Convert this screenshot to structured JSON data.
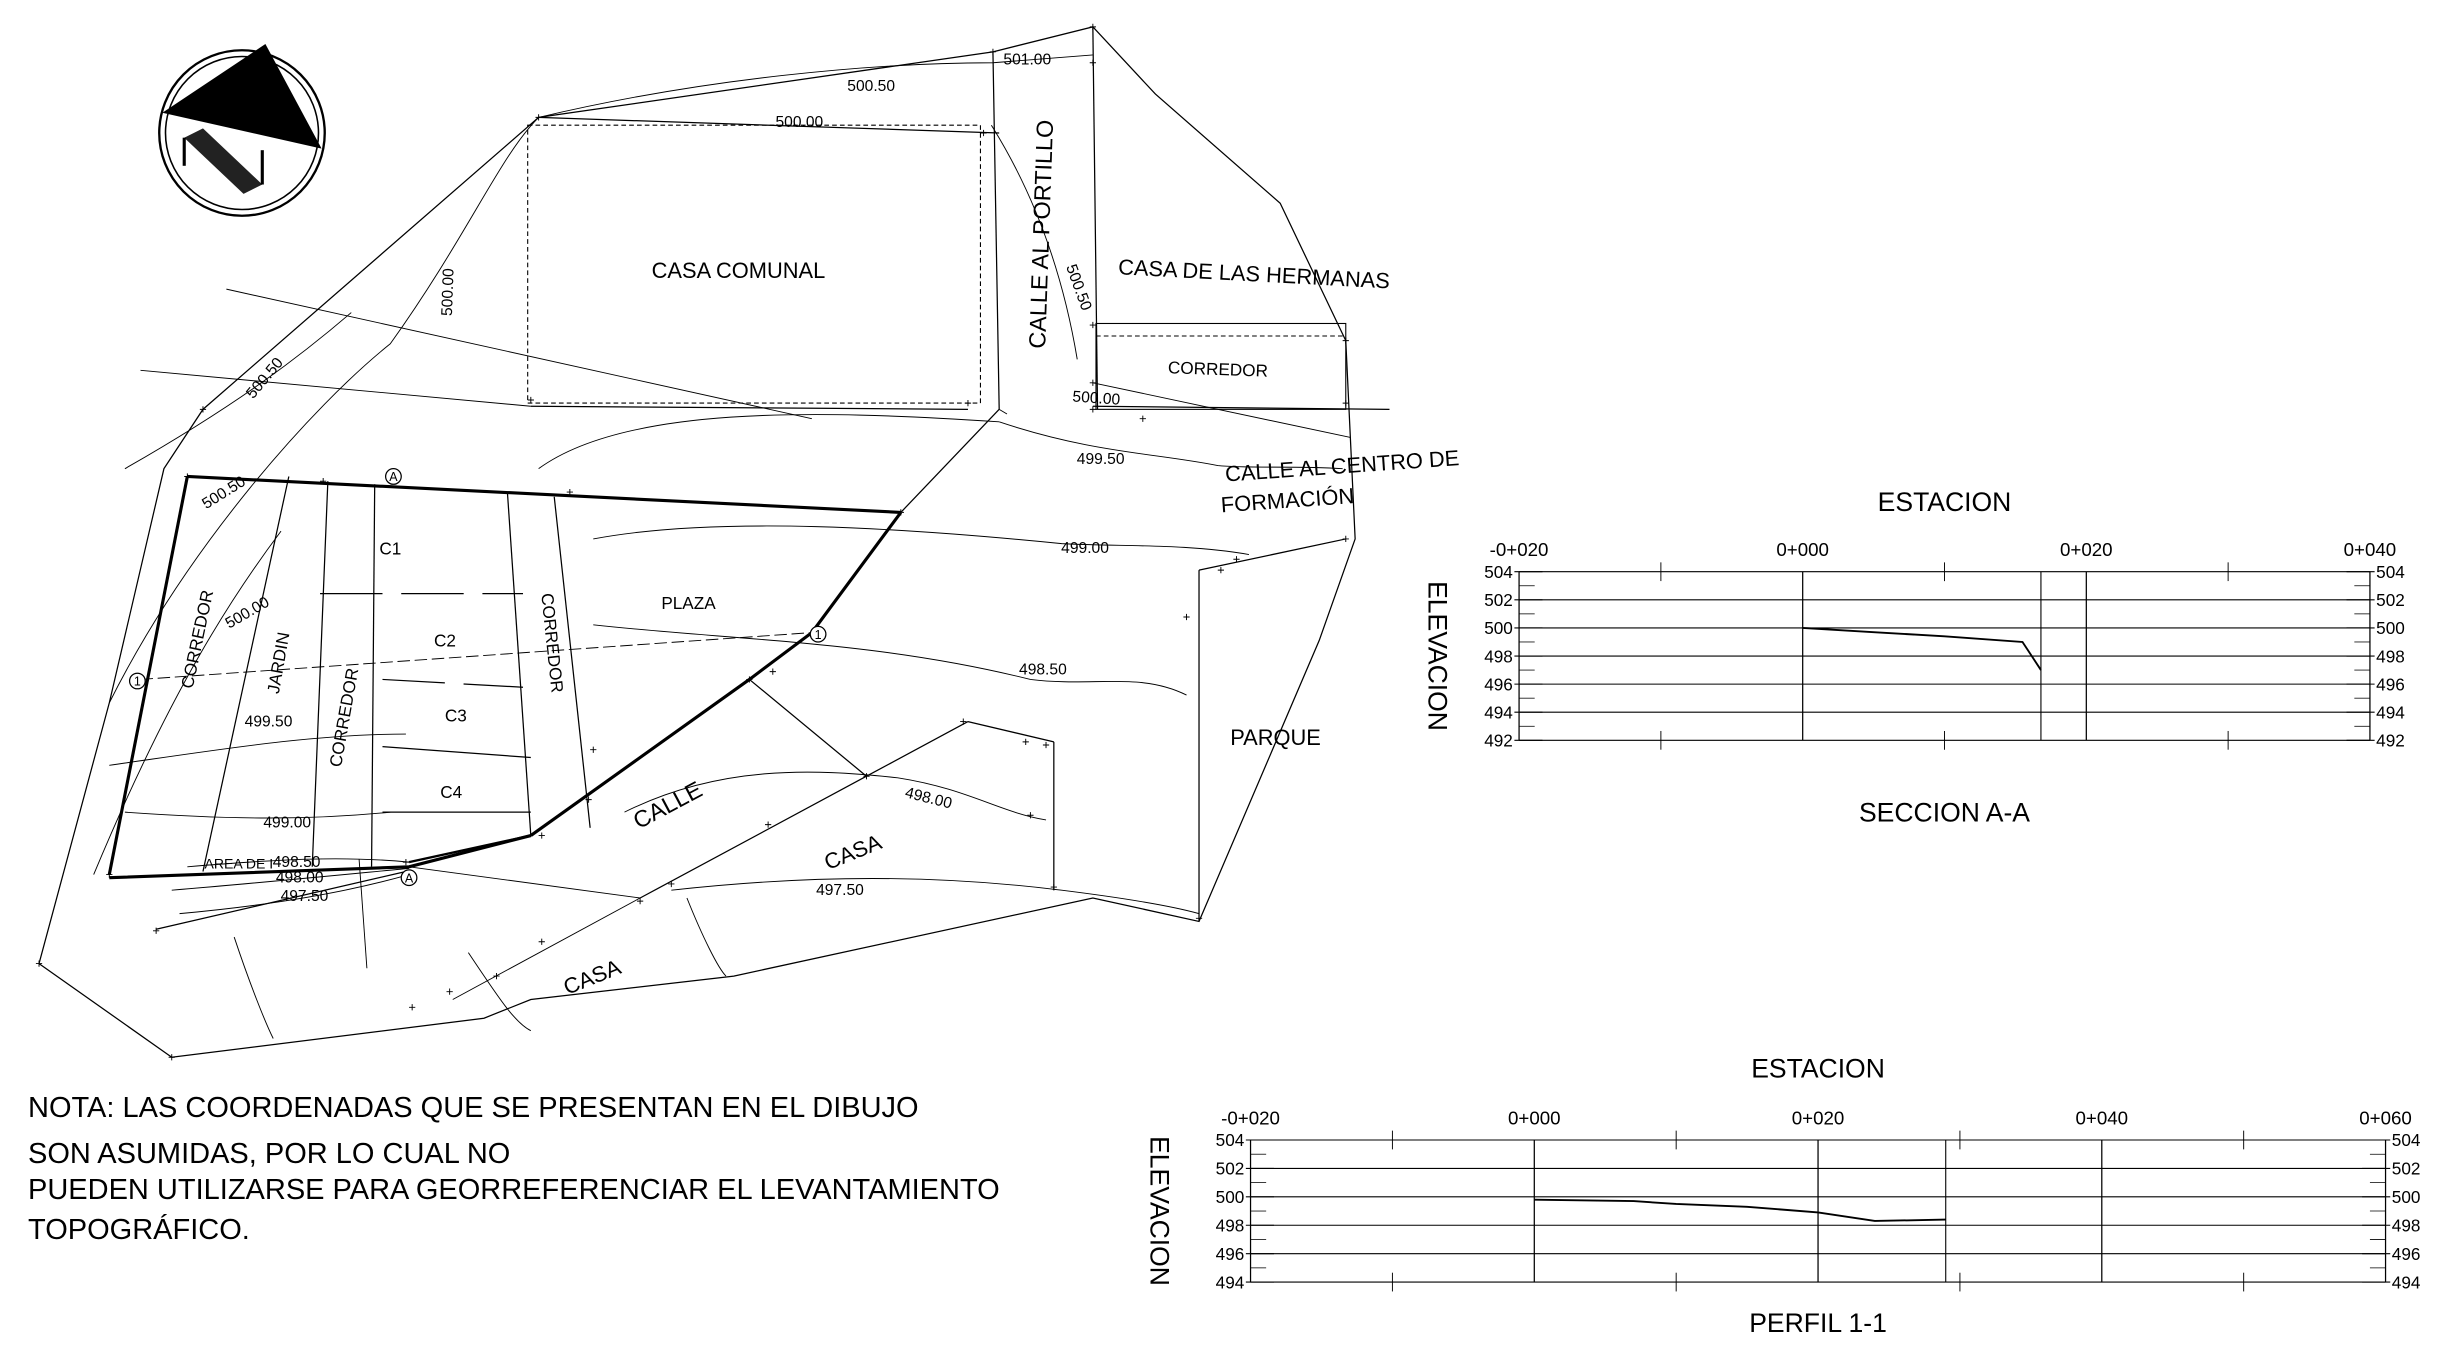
{
  "site_plan": {
    "areas": {
      "casa_comunal": "CASA COMUNAL",
      "casa_hermanas": "CASA DE LAS HERMANAS",
      "corredor_top": "CORREDOR",
      "calle_portillo": "CALLE AL PORTILLO",
      "calle_centro_1": "CALLE AL CENTRO DE",
      "calle_centro_2": "FORMACIÓN",
      "plaza": "PLAZA",
      "parque": "PARQUE",
      "calle": "CALLE",
      "casa_1": "CASA",
      "casa_2": "CASA",
      "corredor_left": "CORREDOR",
      "jardin": "JARDIN",
      "corredor_mid": "CORREDOR",
      "corredor_right": "CORREDOR",
      "c1": "C1",
      "c2": "C2",
      "c3": "C3",
      "c4": "C4",
      "area_de": "AREA DE I"
    },
    "contours": {
      "c501_00": "501.00",
      "c500_50_top": "500.50",
      "c500_00_top": "500.00",
      "c500_00_vert": "500.00",
      "c500_50_left": "500.50",
      "c500_50_right": "500.50",
      "c500_00_right": "500.00",
      "c499_50_right": "499.50",
      "c500_50_lower": "500.50",
      "c500_00_left": "500.00",
      "c499_00_right": "499.00",
      "c499_50_left": "499.50",
      "c498_50_right": "498.50",
      "c499_00_left": "499.00",
      "c498_00_mid": "498.00",
      "c498_50_left": "498.50",
      "c498_00_left": "498.00",
      "c497_50_left": "497.50",
      "c497_50_mid": "497.50"
    },
    "section_marks": {
      "a_top": "A",
      "a_bottom": "A",
      "one_left": "1",
      "one_right": "1"
    }
  },
  "note": {
    "line1": "NOTA: LAS COORDENADAS QUE SE PRESENTAN EN EL DIBUJO",
    "line2": "SON ASUMIDAS, POR LO CUAL NO",
    "line3": "PUEDEN UTILIZARSE PARA GEORREFERENCIAR EL LEVANTAMIENTO",
    "line4": "TOPOGRÁFICO."
  },
  "chart_data": [
    {
      "type": "line",
      "title": "ESTACION",
      "caption": "SECCION A-A",
      "ylabel": "ELEVACION",
      "x_ticks": [
        "-0+020",
        "0+000",
        "0+020",
        "0+040"
      ],
      "y_ticks": [
        "504",
        "502",
        "500",
        "498",
        "496",
        "494",
        "492"
      ],
      "xlim": [
        -20,
        40
      ],
      "ylim": [
        492,
        504
      ],
      "series": [
        {
          "x": [
            0,
            5,
            10,
            15.5,
            16.8
          ],
          "y": [
            500.0,
            499.7,
            499.4,
            499.0,
            497.0
          ]
        }
      ]
    },
    {
      "type": "line",
      "title": "ESTACION",
      "caption": "PERFIL 1-1",
      "ylabel": "ELEVACION",
      "x_ticks": [
        "-0+020",
        "0+000",
        "0+020",
        "0+040",
        "0+060"
      ],
      "y_ticks": [
        "504",
        "502",
        "500",
        "498",
        "496",
        "494"
      ],
      "xlim": [
        -20,
        60
      ],
      "ylim": [
        494,
        504
      ],
      "series": [
        {
          "x": [
            0,
            7,
            10,
            15,
            20,
            24,
            29
          ],
          "y": [
            499.8,
            499.7,
            499.5,
            499.3,
            498.9,
            498.3,
            498.4
          ]
        }
      ]
    }
  ]
}
